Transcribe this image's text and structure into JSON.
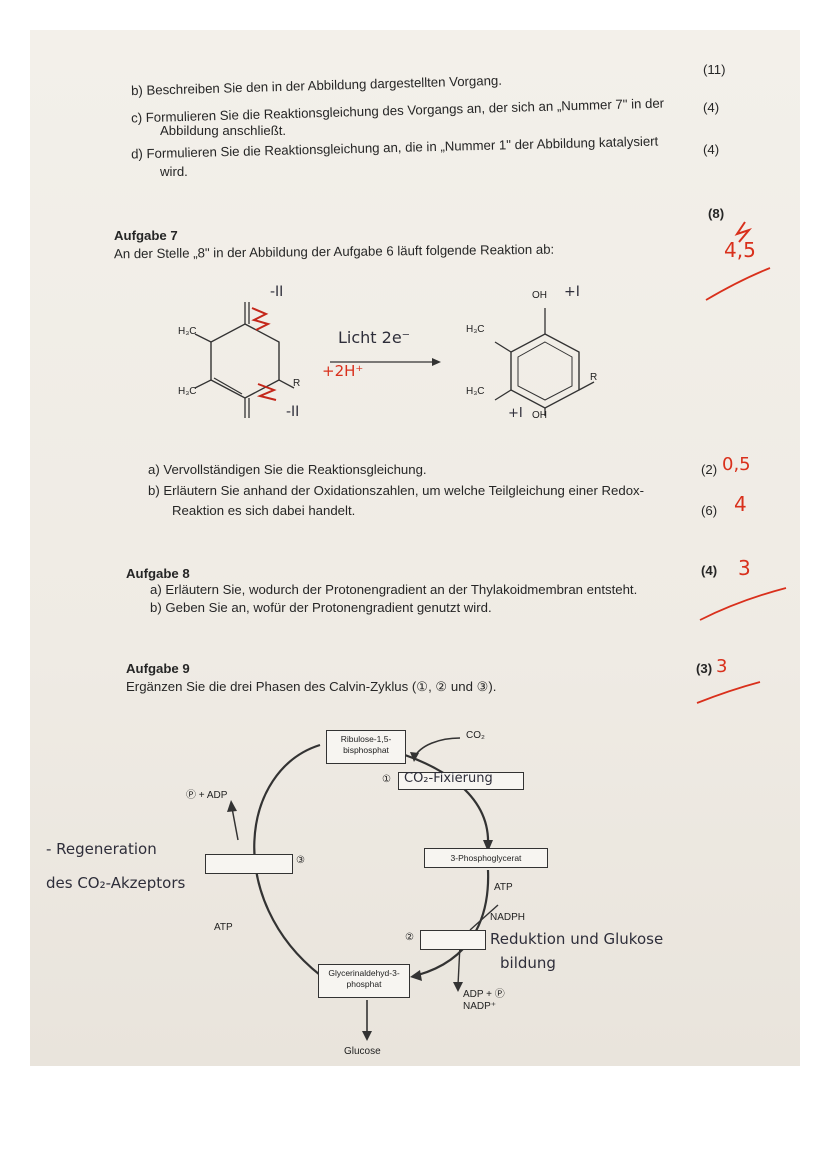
{
  "questions_top": [
    {
      "id": "b",
      "text": "b)  Beschreiben Sie den in der Abbildung dargestellten Vorgang.",
      "points": "(11)"
    },
    {
      "id": "c",
      "line1": "c)  Formulieren Sie die Reaktionsgleichung des Vorgangs an, der sich an „Nummer 7\" in der",
      "line2": "Abbildung anschließt.",
      "points": "(4)"
    },
    {
      "id": "d",
      "line1": "d)  Formulieren Sie die Reaktionsgleichung an, die in „Nummer 1\" der Abbildung katalysiert",
      "line2": "wird.",
      "points": "(4)"
    }
  ],
  "aufgabe7": {
    "title": "Aufgabe 7",
    "intro": "An der Stelle „8\" in der Abbildung der Aufgabe 6 läuft folgende Reaktion ab:",
    "points_total": "(8)",
    "grade": "4,5",
    "items": [
      {
        "id": "a",
        "text": "a)  Vervollständigen Sie die Reaktionsgleichung.",
        "points": "(2)",
        "grade": "0,5"
      },
      {
        "id": "b",
        "line1": "b)  Erläutern Sie anhand der Oxidationszahlen, um welche Teilgleichung einer Redox-",
        "line2": "Reaktion es sich dabei handelt.",
        "points": "(6)",
        "grade": "4"
      }
    ],
    "formula": {
      "left_labels": [
        "H₃C",
        "H₃C",
        "R"
      ],
      "right_labels": [
        "H₃C",
        "H₃C",
        "R",
        "OH",
        "OH"
      ],
      "ox_numbers": [
        "-II",
        "-II",
        "+I",
        "+I"
      ],
      "arrow_note": "Licht 2e⁻",
      "arrow_note2": "+2H⁺"
    }
  },
  "aufgabe8": {
    "title": "Aufgabe 8",
    "points": "(4)",
    "grade": "3",
    "items": [
      "a)  Erläutern Sie, wodurch der Protonengradient an der Thylakoidmembran entsteht.",
      "b)  Geben Sie an, wofür der Protonengradient genutzt wird."
    ]
  },
  "aufgabe9": {
    "title": "Aufgabe 9",
    "text": "Ergänzen Sie die drei Phasen des Calvin-Zyklus (①, ② und ③).",
    "points": "(3)",
    "grade": "3"
  },
  "calvin": {
    "ribulose": "Ribulose-1,5-\nbisphosphat",
    "co2": "CO₂",
    "phosphoglycerat": "3-Phosphoglycerat",
    "gap": "Glycerinaldehyd-3-\nphosphat",
    "glucose": "Glucose",
    "atp_right": "ATP",
    "nadph": "NADPH",
    "adp_p": "ADP + Ⓟ",
    "nadp": "NADP⁺",
    "atp_left": "ATP",
    "p_adp": "Ⓟ + ADP",
    "num1": "①",
    "num2": "②",
    "num3": "③",
    "answer1": "CO₂-Fixierung",
    "answer2_a": "Reduktion und Glukose",
    "answer2_b": "bildung",
    "answer3_a": "- Regeneration",
    "answer3_b": "des CO₂-Akzeptors"
  }
}
